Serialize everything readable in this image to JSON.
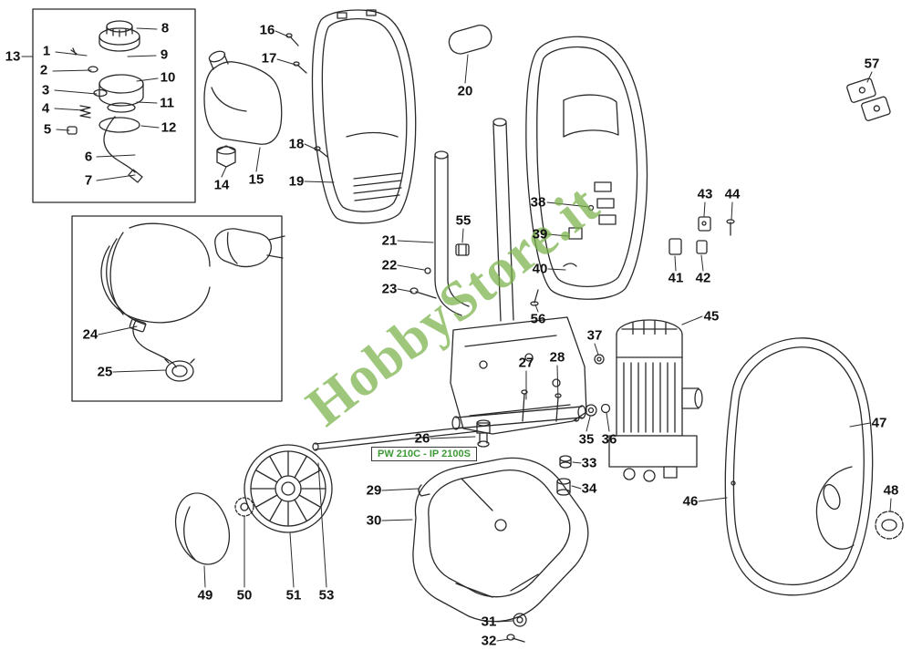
{
  "watermark": "HobbyStore.it",
  "model_label": "PW 210C - IP 2100S",
  "colors": {
    "watermark": "#7ab24a",
    "model_label": "#3c9a35",
    "line": "#2a2a2a"
  },
  "callouts": {
    "c1": "1",
    "c2": "2",
    "c3": "3",
    "c4": "4",
    "c5": "5",
    "c6": "6",
    "c7": "7",
    "c8": "8",
    "c9": "9",
    "c10": "10",
    "c11": "11",
    "c12": "12",
    "c13": "13",
    "c14": "14",
    "c15": "15",
    "c16": "16",
    "c17": "17",
    "c18": "18",
    "c19": "19",
    "c20": "20",
    "c21": "21",
    "c22": "22",
    "c23": "23",
    "c24": "24",
    "c25": "25",
    "c26": "26",
    "c27": "27",
    "c28": "28",
    "c29": "29",
    "c30": "30",
    "c31": "31",
    "c32": "32",
    "c33": "33",
    "c34": "34",
    "c35": "35",
    "c36": "36",
    "c37": "37",
    "c38": "38",
    "c39": "39",
    "c40": "40",
    "c41": "41",
    "c42": "42",
    "c43": "43",
    "c44": "44",
    "c45": "45",
    "c46": "46",
    "c47": "47",
    "c48": "48",
    "c49": "49",
    "c50": "50",
    "c51": "51",
    "c53": "53",
    "c55": "55",
    "c56": "56",
    "c57": "57"
  }
}
